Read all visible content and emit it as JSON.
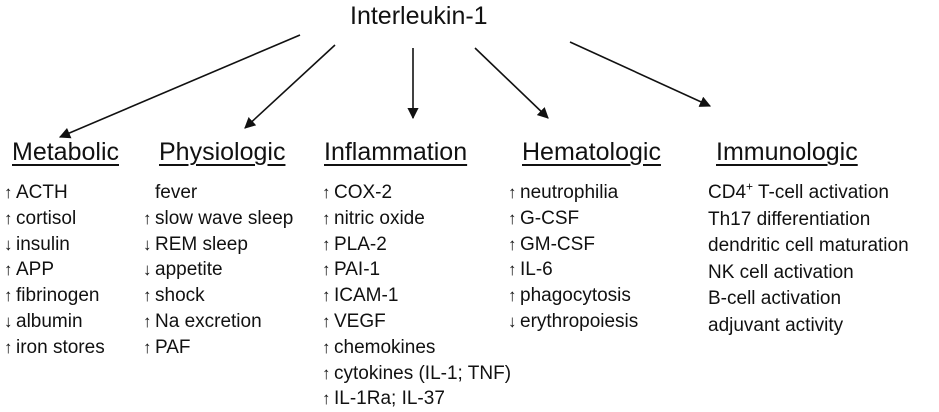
{
  "title": "Interleukin-1",
  "columns": [
    {
      "heading": "Metabolic",
      "items": [
        {
          "dir": "up",
          "text": "ACTH"
        },
        {
          "dir": "up",
          "text": "cortisol"
        },
        {
          "dir": "down",
          "text": "insulin"
        },
        {
          "dir": "up",
          "text": "APP"
        },
        {
          "dir": "up",
          "text": "fibrinogen"
        },
        {
          "dir": "down",
          "text": "albumin"
        },
        {
          "dir": "up",
          "text": "iron stores"
        }
      ]
    },
    {
      "heading": "Physiologic",
      "items": [
        {
          "dir": "none",
          "text": "fever"
        },
        {
          "dir": "up",
          "text": "slow wave sleep"
        },
        {
          "dir": "down",
          "text": "REM sleep"
        },
        {
          "dir": "down",
          "text": "appetite"
        },
        {
          "dir": "up",
          "text": "shock"
        },
        {
          "dir": "up",
          "text": "Na excretion"
        },
        {
          "dir": "up",
          "text": "PAF"
        }
      ]
    },
    {
      "heading": "Inflammation",
      "items": [
        {
          "dir": "up",
          "text": "COX-2"
        },
        {
          "dir": "up",
          "text": "nitric oxide"
        },
        {
          "dir": "up",
          "text": "PLA-2"
        },
        {
          "dir": "up",
          "text": "PAI-1"
        },
        {
          "dir": "up",
          "text": "ICAM-1"
        },
        {
          "dir": "up",
          "text": "VEGF"
        },
        {
          "dir": "up",
          "text": "chemokines"
        },
        {
          "dir": "up",
          "text": "cytokines (IL-1; TNF)"
        },
        {
          "dir": "up",
          "text": "IL-1Ra; IL-37"
        }
      ]
    },
    {
      "heading": "Hematologic",
      "items": [
        {
          "dir": "up",
          "text": "neutrophilia"
        },
        {
          "dir": "up",
          "text": "G-CSF"
        },
        {
          "dir": "up",
          "text": "GM-CSF"
        },
        {
          "dir": "up",
          "text": "IL-6"
        },
        {
          "dir": "up",
          "text": "phagocytosis"
        },
        {
          "dir": "down",
          "text": "erythropoiesis"
        }
      ]
    },
    {
      "heading": "Immunologic",
      "items": [
        {
          "dir": "none",
          "text": "CD4",
          "sup": "+",
          "rest": " T-cell activation"
        },
        {
          "dir": "none",
          "text": "Th17 differentiation"
        },
        {
          "dir": "none",
          "text": "dendritic cell maturation"
        },
        {
          "dir": "none",
          "text": "NK cell activation"
        },
        {
          "dir": "none",
          "text": "B-cell activation"
        },
        {
          "dir": "none",
          "text": "adjuvant activity"
        }
      ]
    }
  ]
}
